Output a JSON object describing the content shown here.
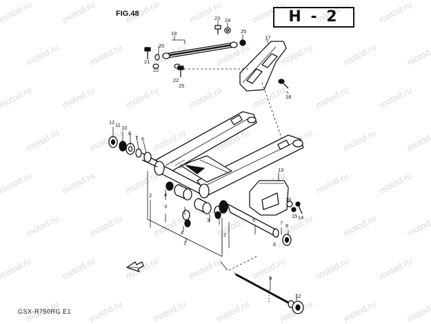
{
  "figure": {
    "title": "FIG.48",
    "section": "H - 2",
    "model": "GSX-R750RG E1"
  },
  "watermark": "motod.ru",
  "callouts": [
    "1",
    "2",
    "2",
    "3",
    "3",
    "4",
    "4",
    "5",
    "6",
    "6",
    "7",
    "7",
    "8",
    "8",
    "9",
    "10",
    "11",
    "12",
    "12",
    "13",
    "14",
    "15",
    "16",
    "17",
    "18",
    "19",
    "20",
    "21",
    "22",
    "22",
    "23",
    "24",
    "25",
    "25"
  ]
}
